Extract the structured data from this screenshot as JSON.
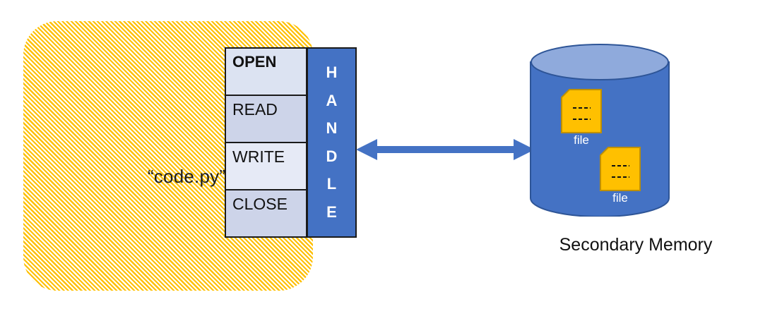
{
  "program": {
    "label": "“code.py”",
    "fill_color": "#FFC000",
    "operations": [
      {
        "label": "OPEN",
        "emphasis": "bold",
        "cell_color": "#DCE3F2"
      },
      {
        "label": "READ",
        "emphasis": "normal",
        "cell_color": "#CDD4E9"
      },
      {
        "label": "WRITE",
        "emphasis": "normal",
        "cell_color": "#E6EAF6"
      },
      {
        "label": "CLOSE",
        "emphasis": "normal",
        "cell_color": "#CDD4E9"
      }
    ],
    "handle": {
      "text": "HANDLE",
      "letters": [
        "H",
        "A",
        "N",
        "D",
        "L",
        "E"
      ],
      "fill_color": "#4472C4",
      "text_color": "#FFFFFF"
    }
  },
  "connector": {
    "name": "double-headed-arrow",
    "direction": "bidirectional",
    "color": "#4472C4"
  },
  "storage": {
    "label": "Secondary Memory",
    "body_color": "#4472C4",
    "top_color": "#8FAADC",
    "stroke_color": "#2E5597",
    "files": [
      {
        "caption": "file",
        "lines": [
          "----",
          "----"
        ],
        "fill_color": "#FFC000",
        "stroke_color": "#BF9000"
      },
      {
        "caption": "file",
        "lines": [
          "----",
          "----"
        ],
        "fill_color": "#FFC000",
        "stroke_color": "#BF9000"
      }
    ]
  }
}
